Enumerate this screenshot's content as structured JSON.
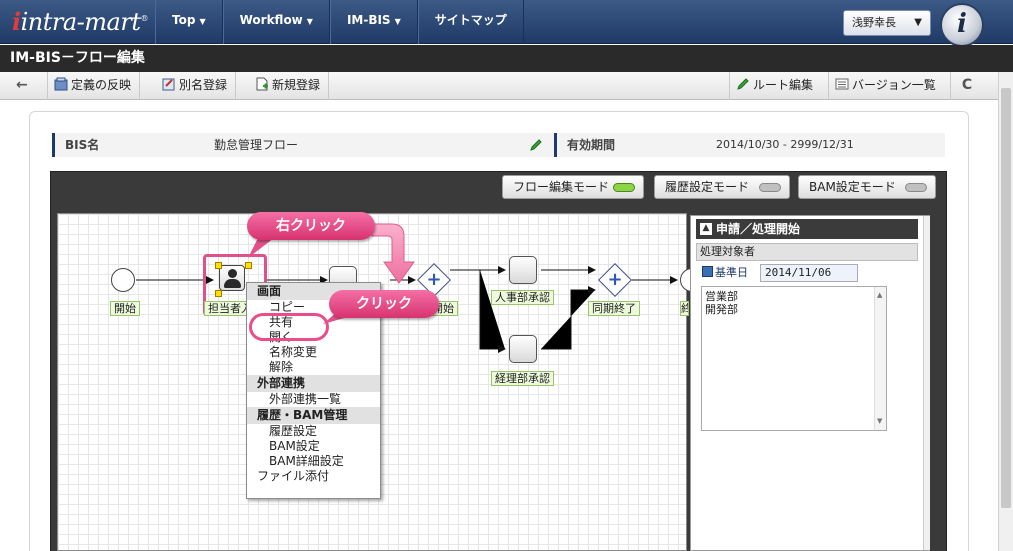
{
  "header": {
    "logo": "intra-mart",
    "nav": [
      {
        "label": "Top",
        "caret": true
      },
      {
        "label": "Workflow",
        "caret": true
      },
      {
        "label": "IM-BIS",
        "caret": true
      },
      {
        "label": "サイトマップ",
        "caret": false
      }
    ],
    "user": "浅野幸長",
    "caret_glyph": "▼"
  },
  "page_title": "IM-BIS－フロー編集",
  "toolbar": {
    "back": "←",
    "apply": "定義の反映",
    "alias": "別名登録",
    "new": "新規登録",
    "route_edit": "ルート編集",
    "version_list": "バージョン一覧",
    "refresh": "C"
  },
  "info": {
    "bis_label": "BIS名",
    "bis_name": "勤怠管理フロー",
    "period_label": "有効期間",
    "period_value": "2014/10/30 ‐ 2999/12/31"
  },
  "modes": [
    {
      "label": "フロー編集モード",
      "active": true
    },
    {
      "label": "履歴設定モード",
      "active": false
    },
    {
      "label": "BAM設定モード",
      "active": false
    }
  ],
  "flow": {
    "start": "開始",
    "assignee": "担当者入",
    "parallel_start": "開始",
    "hr_approval": "人事部承認",
    "acct_approval": "経理部承認",
    "sync_end": "同期終了",
    "end_partial": "終"
  },
  "context_menu": {
    "sections": [
      {
        "header": "画面",
        "items": [
          "コピー",
          "共有",
          "開く",
          "名称変更",
          "解除"
        ]
      },
      {
        "header": "外部連携",
        "items": [
          "外部連携一覧"
        ]
      },
      {
        "header": "履歴・BAM管理",
        "items": [
          "履歴設定",
          "BAM設定",
          "BAM詳細設定"
        ]
      }
    ],
    "last_item": "ファイル添付"
  },
  "callouts": {
    "right_click": "右クリック",
    "click": "クリック"
  },
  "properties": {
    "title": "申請／処理開始",
    "target_label": "処理対象者",
    "base_date_label": "基準日",
    "base_date": "2014/11/06",
    "departments": [
      "営業部",
      "開発部"
    ]
  },
  "colors": {
    "accent": "#e0508a",
    "nav": "#2a4470",
    "label_bg": "#eefadc"
  }
}
